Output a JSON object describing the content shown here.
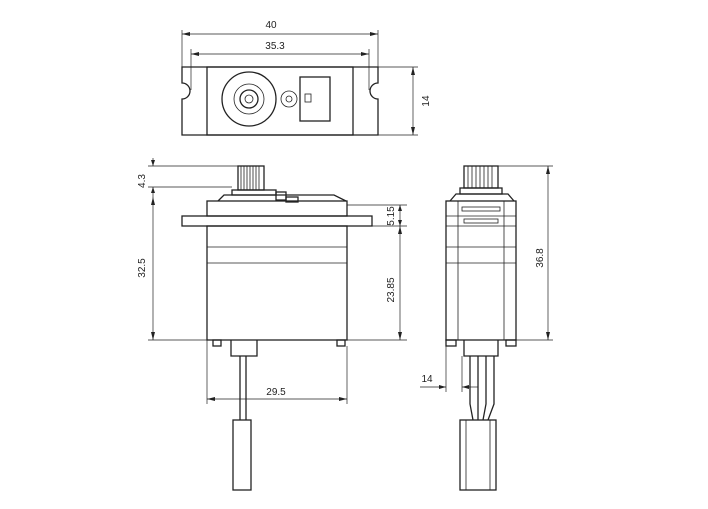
{
  "dimensions": {
    "top_width": "40",
    "top_hole_spacing": "35.3",
    "top_depth": "14",
    "shaft_height": "4.3",
    "body_height": "32.5",
    "flange_height": "5.15",
    "lower_body_height": "23.85",
    "body_width": "29.5",
    "overall_height": "36.8",
    "side_depth": "14"
  },
  "colors": {
    "line": "#222222",
    "background": "#ffffff"
  }
}
